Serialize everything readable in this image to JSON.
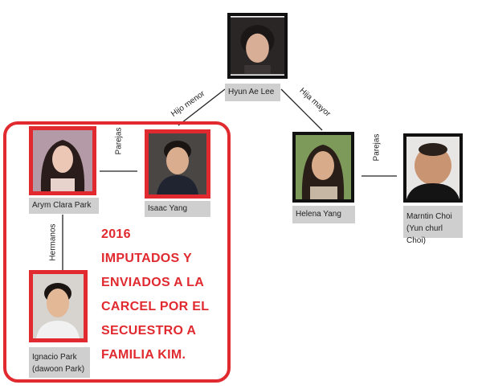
{
  "people": {
    "hyun": {
      "name": "Hyun Ae Lee"
    },
    "arym": {
      "name": "Arym Clara Park"
    },
    "isaac": {
      "name": "Isaac Yang"
    },
    "helena": {
      "name": "Helena Yang"
    },
    "martin": {
      "name_line1": "Marntin Choi",
      "name_line2": "(Yun churl Choi)"
    },
    "ignacio": {
      "name_line1": "Ignacio Park",
      "name_line2": "(dawoon Park)"
    }
  },
  "relations": {
    "hijo_menor": "Hijo menor",
    "hija_mayor": "Hija mayor",
    "parejas_left": "Parejas",
    "parejas_right": "Parejas",
    "hermanos": "Hermanos"
  },
  "note": {
    "lines": [
      "2016",
      "IMPUTADOS Y",
      "ENVIADOS A LA",
      "CARCEL POR EL",
      "SECUESTRO A",
      "FAMILIA KIM."
    ],
    "color": "#e02a2f"
  },
  "colors": {
    "frame_red": "#e02a2f",
    "frame_black": "#111111",
    "label_bg": "#cfcfcf"
  }
}
